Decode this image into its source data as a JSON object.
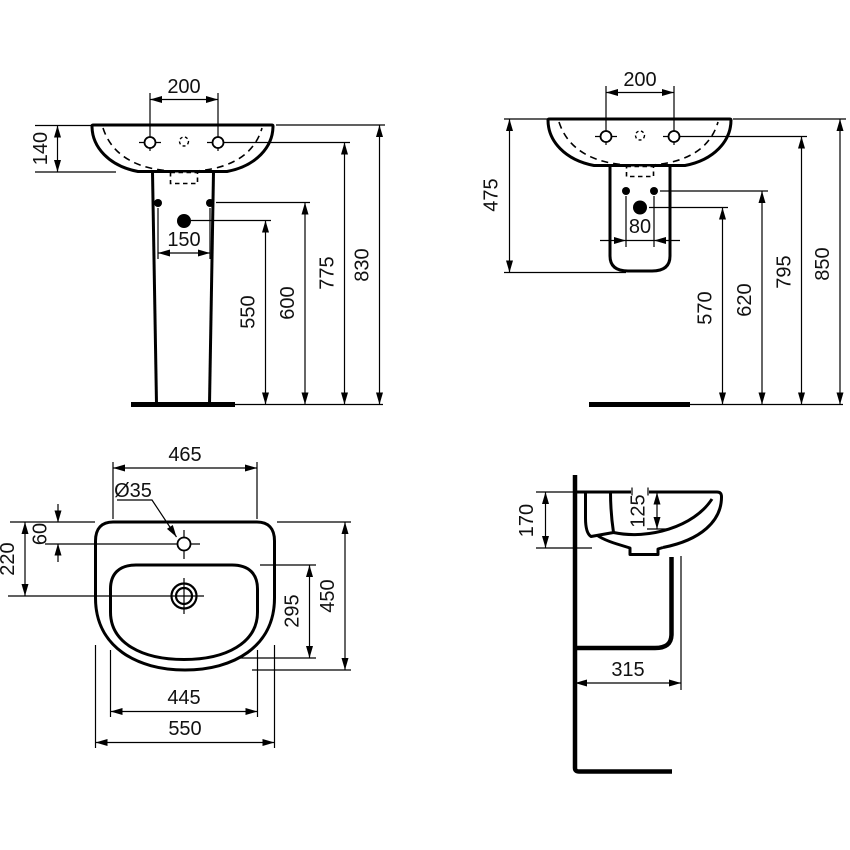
{
  "page": {
    "background": "#ffffff",
    "line_color": "#000000"
  },
  "views": {
    "front_full_pedestal": {
      "dims": {
        "tap_hole_spacing": "200",
        "rim_to_basin_bottom": "140",
        "fixing_hole_spacing": "150",
        "drain_height": "550",
        "fixing_height": "600",
        "tap_ledge_height": "775",
        "overall_height": "830"
      }
    },
    "front_semi_pedestal": {
      "dims": {
        "tap_hole_spacing": "200",
        "rim_to_pedestal_bottom": "475",
        "fixing_hole_spacing": "80",
        "drain_height": "570",
        "fixing_height": "620",
        "tap_ledge_height": "795",
        "overall_height": "850"
      }
    },
    "plan": {
      "dims": {
        "inner_rim_width": "465",
        "tap_hole_diameter": "Ø35",
        "rim_to_tap_hole": "60",
        "rim_to_drain": "220",
        "bowl_length": "295",
        "overall_depth": "450",
        "bowl_width": "445",
        "overall_width": "550"
      }
    },
    "side": {
      "dims": {
        "rim_to_underside": "170",
        "bowl_depth": "125",
        "wall_to_trap": "315"
      }
    }
  }
}
